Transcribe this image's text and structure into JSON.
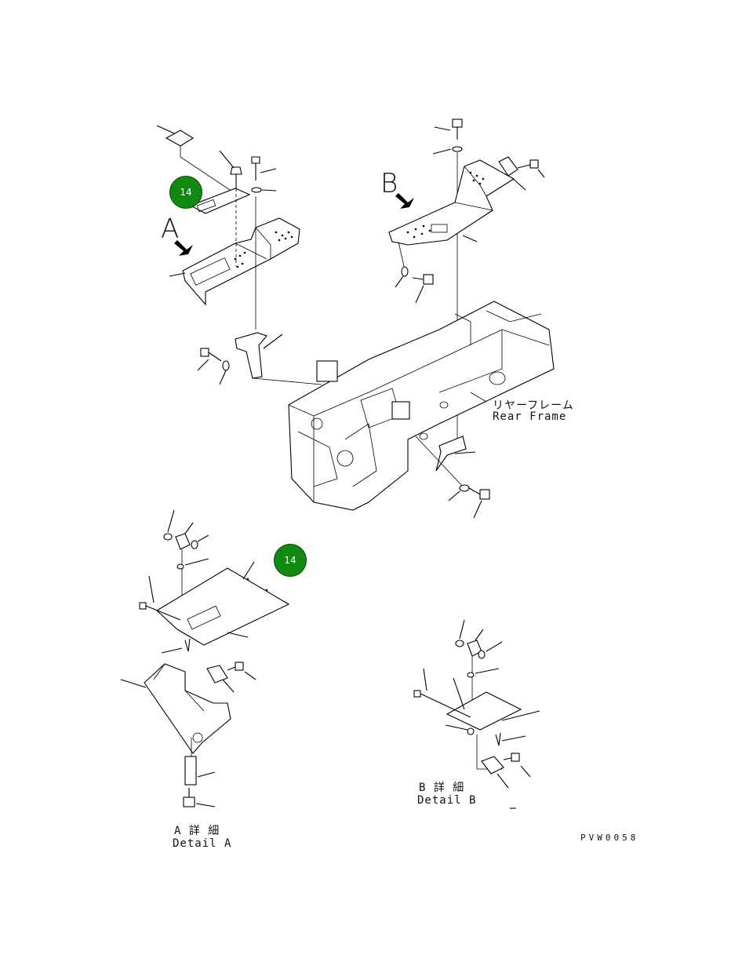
{
  "view_labels": {
    "a": "A",
    "b": "B"
  },
  "frame_label": {
    "jp": "リヤーフレーム",
    "en": "Rear Frame"
  },
  "detail_a": {
    "jp": "A 詳 細",
    "en": "Detail A"
  },
  "detail_b": {
    "jp": "B 詳 細",
    "en": "Detail B"
  },
  "callouts": [
    {
      "number": "14"
    },
    {
      "number": "14"
    }
  ],
  "drawing_code": "PVW0058",
  "colors": {
    "callout_fill": "#128a12",
    "line": "#000000"
  }
}
